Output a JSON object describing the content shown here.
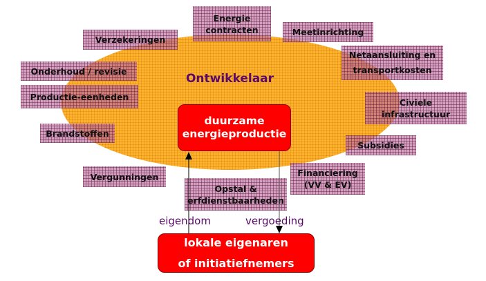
{
  "center": {
    "title": "Ontwikkelaar"
  },
  "core_box": {
    "line1": "duurzame",
    "line2": "energieproductie"
  },
  "owner_box": {
    "line1": "lokale eigenaren",
    "line2": "of initiatiefnemers"
  },
  "arrows": {
    "up_label": "eigendom",
    "down_label": "vergoeding"
  },
  "factors": {
    "energie_contracten": [
      "Energie",
      "contracten"
    ],
    "verzekeringen": "Verzekeringen",
    "meetinrichting": "Meetinrichting",
    "onderhoud": "Onderhoud / revisie",
    "productie": "Productie-eenheden",
    "netaansluiting": [
      "Netaansluiting en",
      "transportkosten"
    ],
    "civiele": [
      "Civiele",
      "infrastructuur"
    ],
    "brandstoffen": "Brandstoffen",
    "subsidies": "Subsidies",
    "vergunningen": "Vergunningen",
    "financiering": [
      "Financiering",
      "(VV & EV)"
    ],
    "opstal": [
      "Opstal &",
      "erfdienstbaarheden"
    ]
  },
  "colors": {
    "ellipse": "#FFB22E",
    "box_red": "#FF0000",
    "accent_text": "#5A0A6A"
  }
}
